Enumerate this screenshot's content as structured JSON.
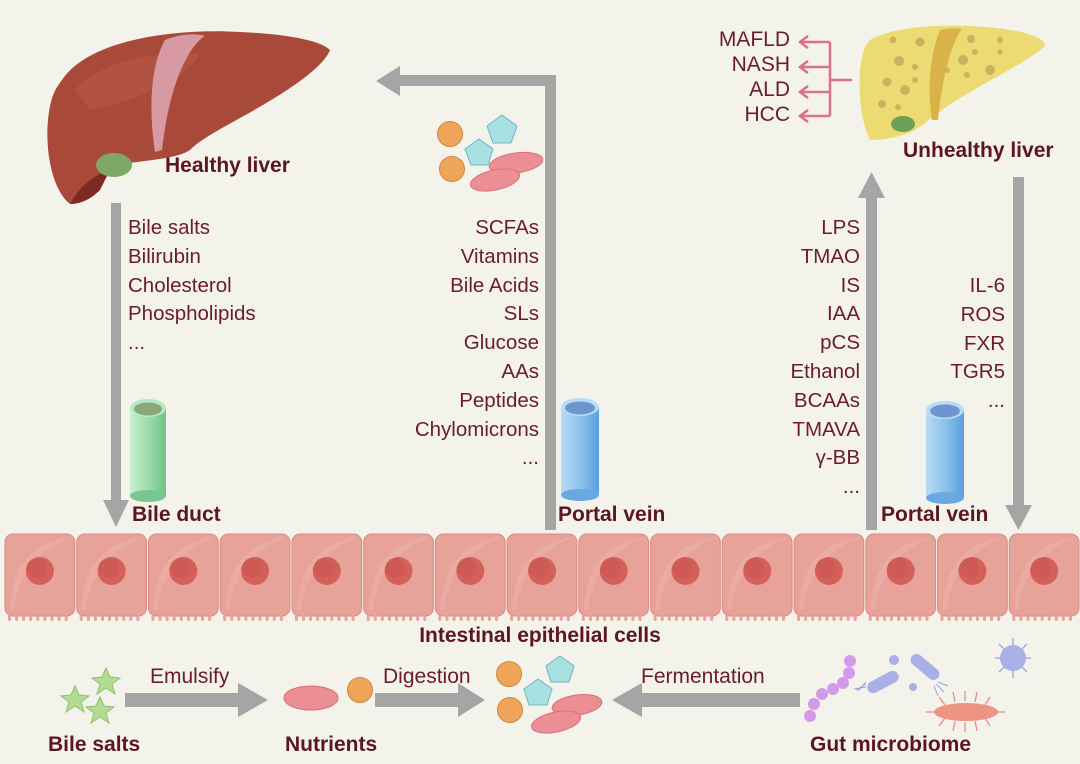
{
  "colors": {
    "background": "#f3f3ec",
    "text": "#6b1d25",
    "label": "#5c1620",
    "arrow_gray": "#a5a5a5",
    "disease_arrow": "#d9708a",
    "healthy_liver": "#a8493a",
    "unhealthy_liver": "#ecdb73",
    "bile_duct": "#96d9a6",
    "portal_vein": "#86bde9",
    "epithelial_cell": "#e7a29a",
    "nucleus": "#d4605a"
  },
  "healthy_liver": {
    "label": "Healthy liver"
  },
  "unhealthy_liver": {
    "label": "Unhealthy liver"
  },
  "diseases": [
    "MAFLD",
    "NASH",
    "ALD",
    "HCC"
  ],
  "bile_duct": {
    "label": "Bile duct",
    "items": [
      "Bile salts",
      "Bilirubin",
      "Cholesterol",
      "Phospholipids",
      "..."
    ]
  },
  "portal_vein_healthy": {
    "label": "Portal vein",
    "items": [
      "SCFAs",
      "Vitamins",
      "Bile Acids",
      "SLs",
      "Glucose",
      "AAs",
      "Peptides",
      "Chylomicrons",
      "..."
    ]
  },
  "portal_vein_unhealthy": {
    "label": "Portal vein",
    "up_items": [
      "LPS",
      "TMAO",
      "IS",
      "IAA",
      "pCS",
      "Ethanol",
      "BCAAs",
      "TMAVA",
      "γ-BB",
      "..."
    ],
    "down_items": [
      "IL-6",
      "ROS",
      "FXR",
      "TGR5",
      "..."
    ]
  },
  "epithelium": {
    "label": "Intestinal epithelial cells",
    "cell_count": 15
  },
  "bottom_flow": {
    "bile_salts": "Bile salts",
    "emulsify": "Emulsify",
    "nutrients": "Nutrients",
    "digestion": "Digestion",
    "fermentation": "Fermentation",
    "gut_microbiome": "Gut microbiome"
  }
}
